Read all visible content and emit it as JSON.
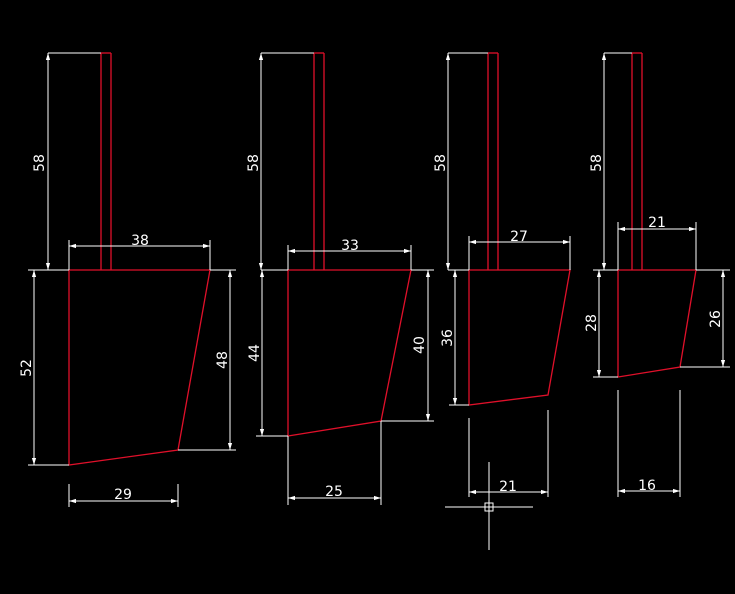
{
  "colors": {
    "background": "#000000",
    "shape": "#e0102a",
    "dimension": "#ffffff"
  },
  "cursor_icon": "crosshair-icon",
  "labels": {
    "d1": {
      "top_height": "58",
      "top_width": "38",
      "left_height": "52",
      "right_height": "48",
      "bottom_width": "29"
    },
    "d2": {
      "top_height": "58",
      "top_width": "33",
      "left_height": "44",
      "right_height": "40",
      "bottom_width": "25"
    },
    "d3": {
      "top_height": "58",
      "top_width": "27",
      "left_height": "36",
      "bottom_width": "21"
    },
    "d4": {
      "top_height": "58",
      "top_width": "21",
      "left_height": "28",
      "right_height": "26",
      "bottom_width": "16"
    }
  }
}
